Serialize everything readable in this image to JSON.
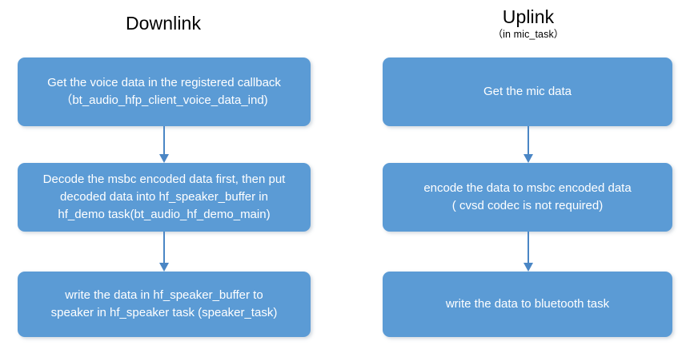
{
  "theme": {
    "box_fill": "#5B9BD5",
    "box_text": "#FFFFFF",
    "arrow": "#4A86C5",
    "background": "#FFFFFF",
    "title_text": "#000000"
  },
  "columns": [
    {
      "id": "downlink",
      "title": "Downlink",
      "subtitle": "",
      "nodes": [
        {
          "id": "dl-1",
          "text": "Get the voice data in the registered callback\n（bt_audio_hfp_client_voice_data_ind)"
        },
        {
          "id": "dl-2",
          "text": "Decode the msbc encoded data first, then put\ndecoded data into hf_speaker_buffer in\nhf_demo task(bt_audio_hf_demo_main)"
        },
        {
          "id": "dl-3",
          "text": "write the data in hf_speaker_buffer to\nspeaker in hf_speaker task (speaker_task)"
        }
      ],
      "connectors": [
        {
          "id": "dl-arrow-1",
          "from": "dl-1",
          "to": "dl-2",
          "direction": "down"
        },
        {
          "id": "dl-arrow-2",
          "from": "dl-2",
          "to": "dl-3",
          "direction": "down"
        }
      ]
    },
    {
      "id": "uplink",
      "title": "Uplink",
      "subtitle": "（in mic_task）",
      "nodes": [
        {
          "id": "ul-1",
          "text": "Get the mic data"
        },
        {
          "id": "ul-2",
          "text": "encode the data to msbc encoded data\n( cvsd codec is not required)"
        },
        {
          "id": "ul-3",
          "text": "write the data to bluetooth  task"
        }
      ],
      "connectors": [
        {
          "id": "ul-arrow-1",
          "from": "ul-1",
          "to": "ul-2",
          "direction": "down"
        },
        {
          "id": "ul-arrow-2",
          "from": "ul-2",
          "to": "ul-3",
          "direction": "down"
        }
      ]
    }
  ]
}
